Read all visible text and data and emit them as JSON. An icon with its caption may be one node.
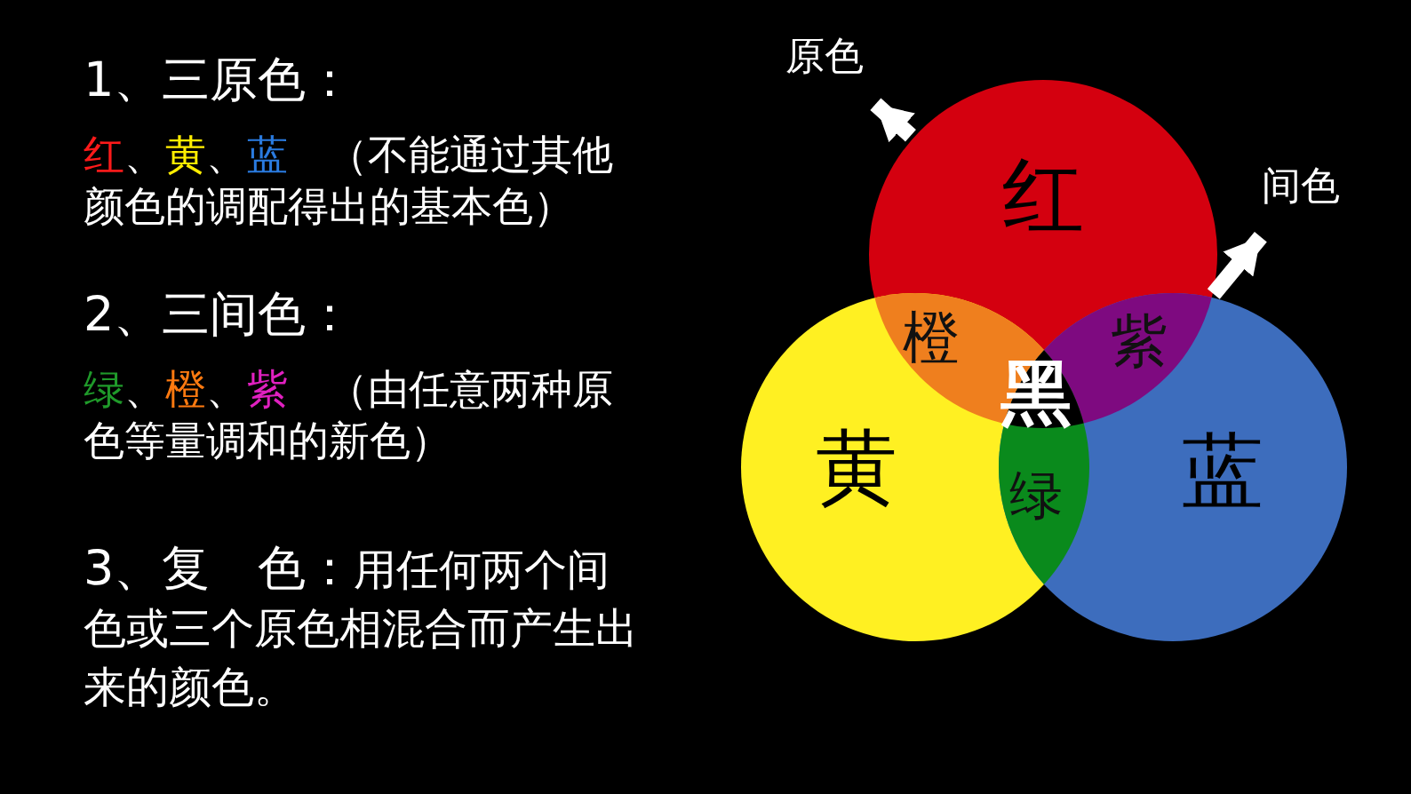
{
  "diagram": {
    "nodes": [
      {
        "text": [
          "原色"
        ]
      },
      {
        "text": [
          "间色"
        ]
      },
      {
        "text": [
          "红"
        ]
      },
      {
        "text": [
          "黄"
        ]
      },
      {
        "text": [
          "蓝"
        ]
      },
      {
        "text": [
          "橙"
        ]
      },
      {
        "text": [
          "紫"
        ]
      },
      {
        "text": [
          "黑"
        ]
      },
      {
        "text": [
          "绿"
        ]
      }
    ],
    "edges": [
      {
        "from": 2,
        "to": 0,
        "arrow": "to"
      },
      {
        "from": 6,
        "to": 1,
        "arrow": "to"
      }
    ],
    "labels": [
      "1、三原色：",
      "红",
      "、",
      "黄",
      "、",
      "蓝",
      "（不能通过其他颜色的调配得出的基本色）",
      "2、三间色：",
      "绿",
      "、",
      "橙",
      "、",
      "紫",
      "（由任意两种原色等量调和的新色）",
      "3、复　色：",
      "用任何两个间色或三个原色相混合而产生出来的颜色。"
    ]
  }
}
